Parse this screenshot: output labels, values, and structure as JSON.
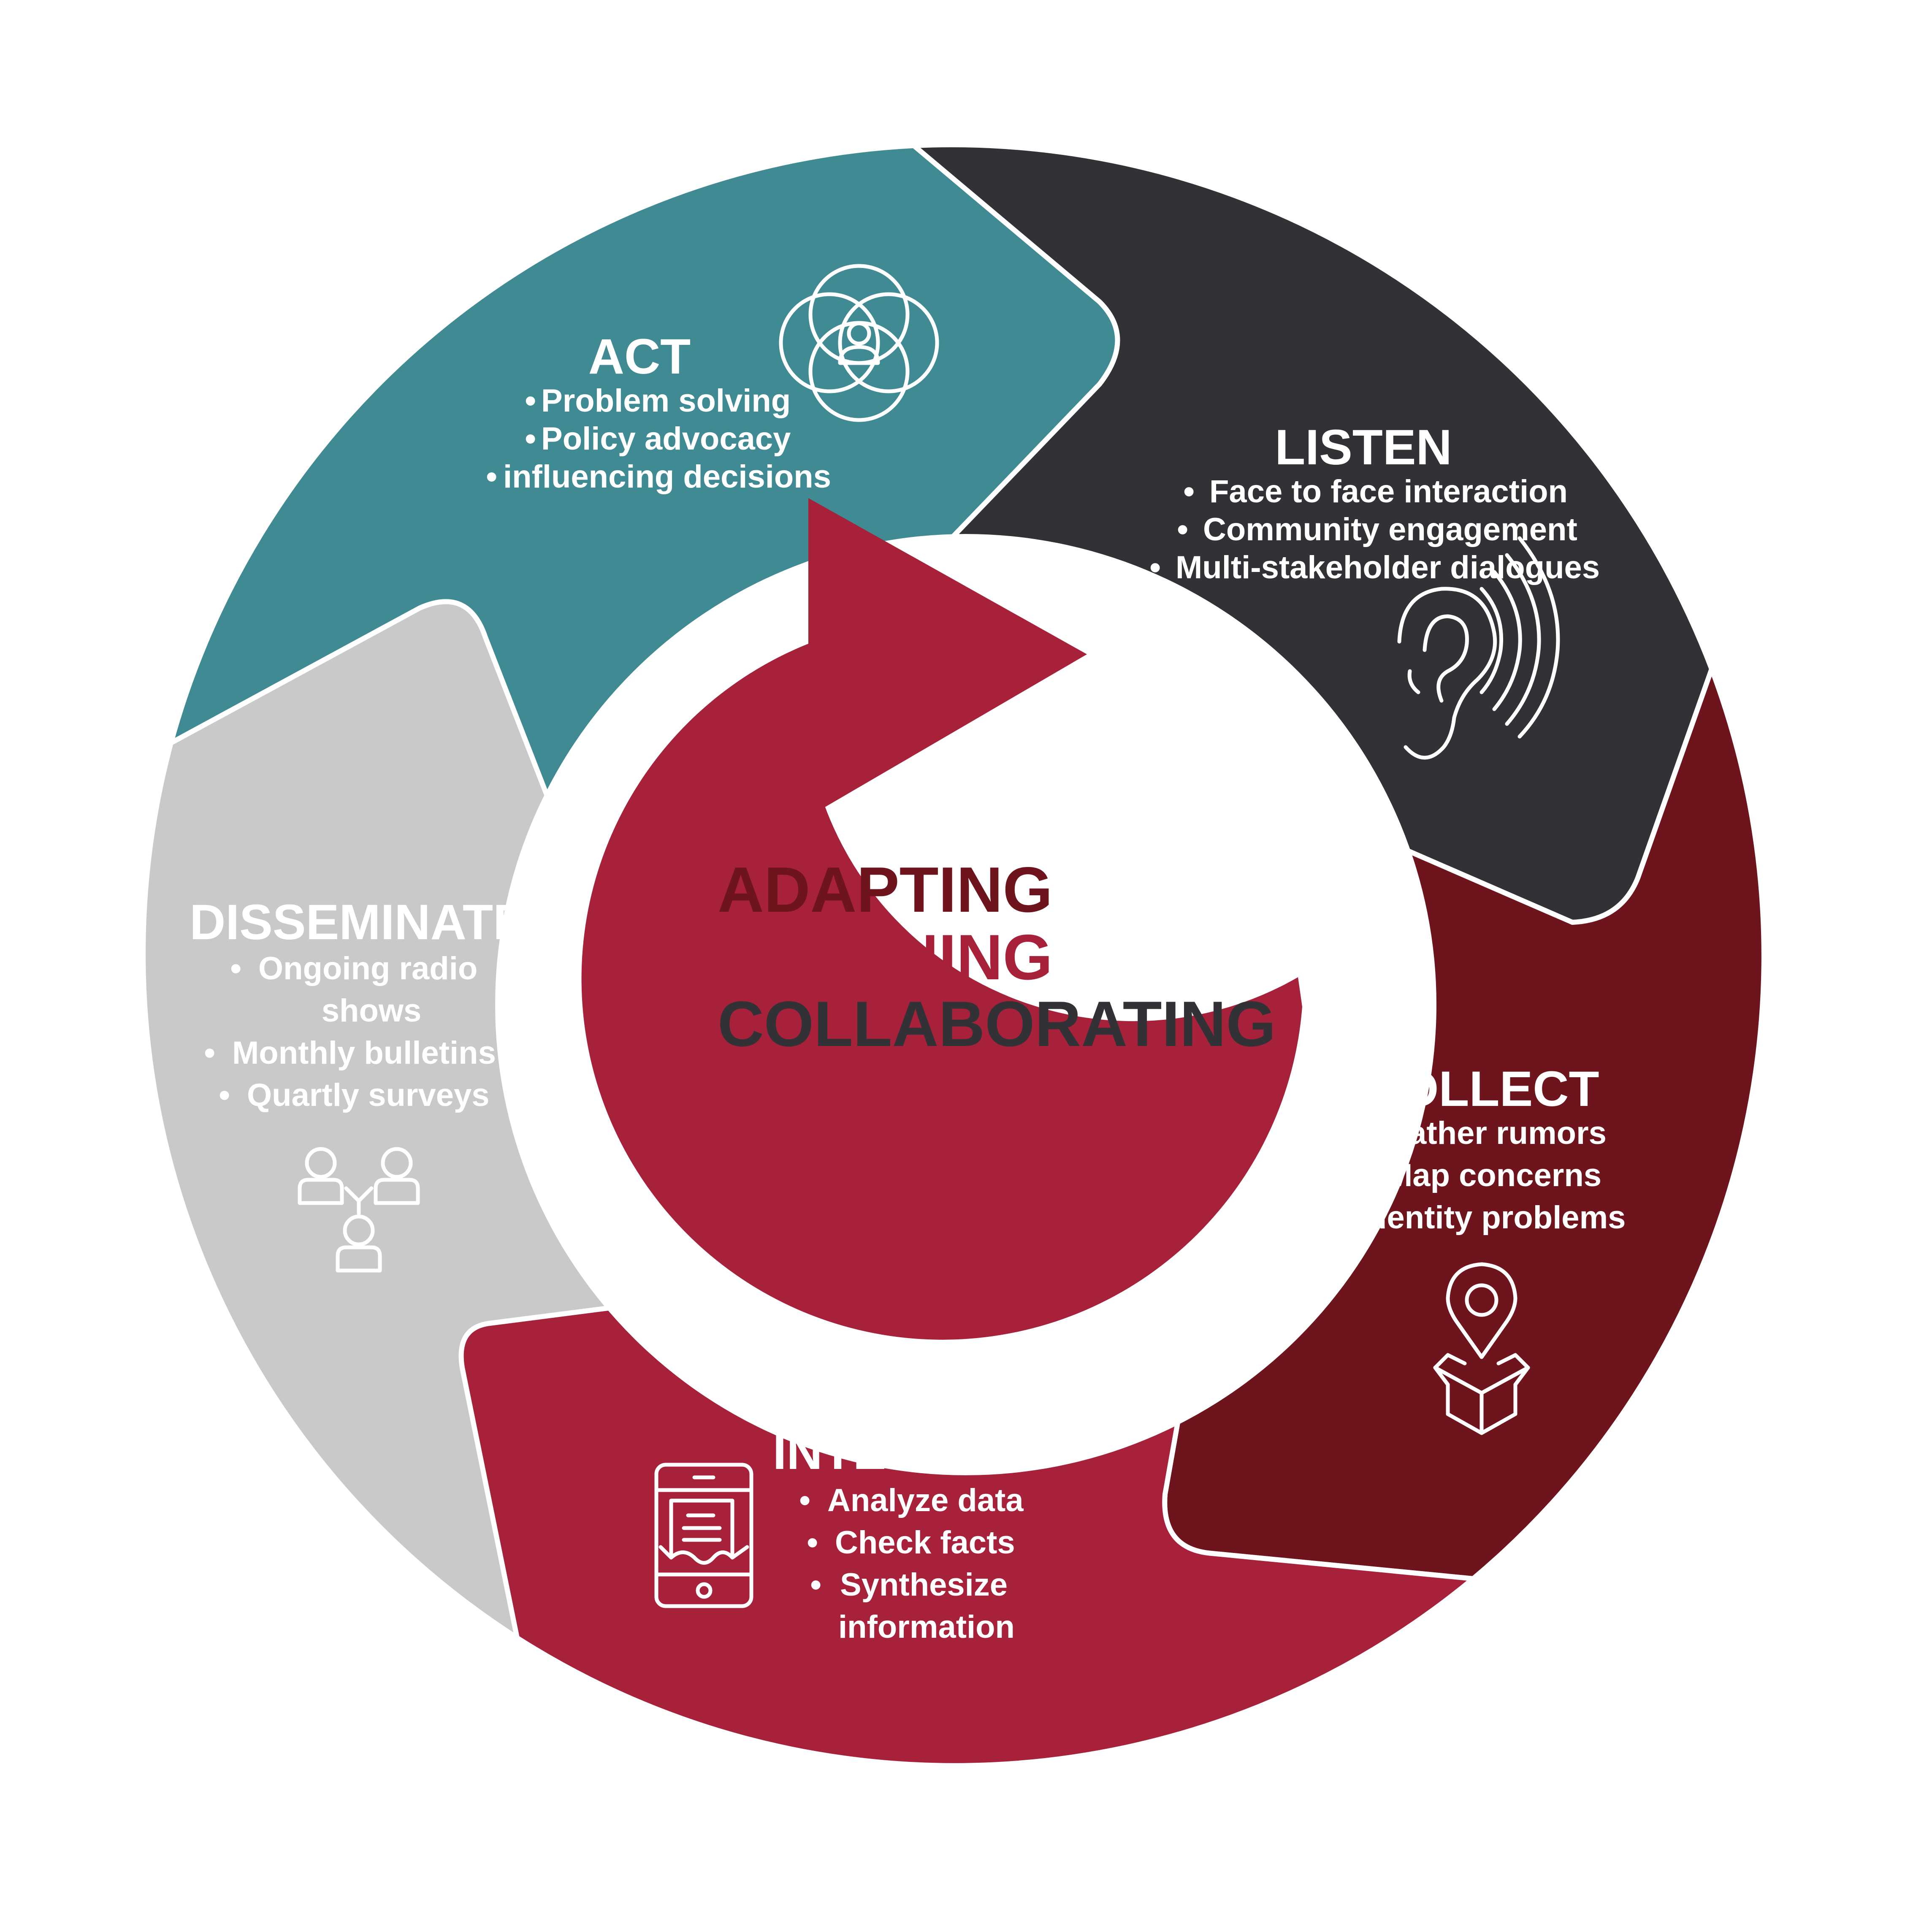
{
  "colors": {
    "act": "#3f8a93",
    "listen": "#323236",
    "collect": "#6e141c",
    "interpret": "#a8213b",
    "disseminate": "#c9c9c9",
    "arrow": "#a8213b",
    "text_light": "#ffffff",
    "adapting": "#6e141c",
    "learning": "#a8213b",
    "collaborating": "#323236"
  },
  "center": {
    "line1": "ADAPTING",
    "line2": "LEARNING",
    "line3": "COLLABORATING"
  },
  "sections": {
    "act": {
      "title": "ACT",
      "items": [
        "Problem solving",
        "Policy advocacy",
        "influencing decisions"
      ],
      "icon": "overlapping-circles-person-icon"
    },
    "listen": {
      "title": "LISTEN",
      "items": [
        "Face to face interaction",
        "Community engagement",
        "Multi-stakeholder dialogues"
      ],
      "icon": "ear-sound-waves-icon"
    },
    "collect": {
      "title": "COLLECT",
      "items": [
        "Gather rumors",
        "Map concerns",
        "Identity problems"
      ],
      "icon": "location-pin-box-icon"
    },
    "interpret": {
      "title": "INTERPRET",
      "items": [
        "Analyze data",
        "Check facts",
        "Synthesize",
        "information"
      ],
      "icon": "tablet-document-icon"
    },
    "disseminate": {
      "title": "DISSEMINATE",
      "items": [
        "Ongoing radio",
        "shows",
        "Monthly bulletins",
        "Quartly surveys"
      ],
      "icon": "people-network-icon"
    }
  },
  "bullet": "•"
}
